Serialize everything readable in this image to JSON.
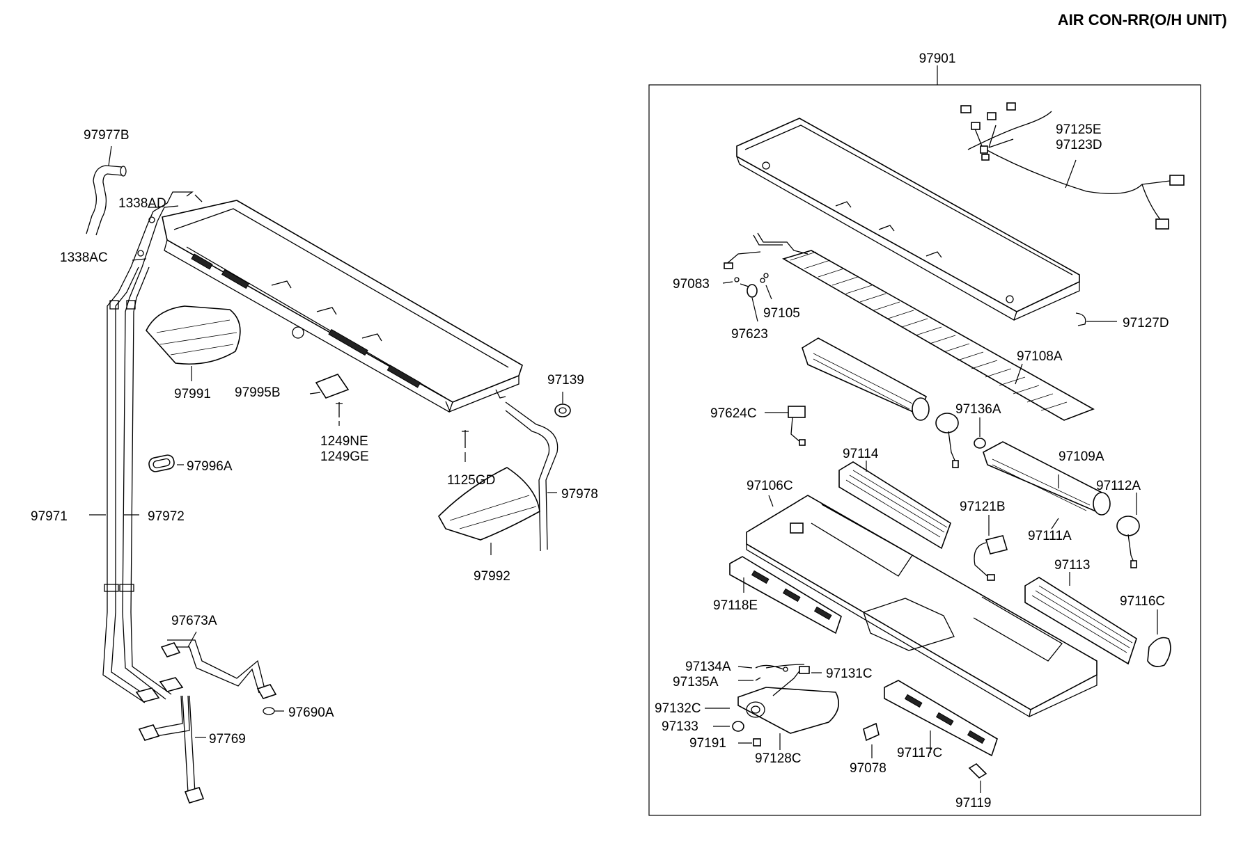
{
  "title": "AIR CON-RR(O/H UNIT)",
  "assembly": "97901",
  "parts": {
    "p97977B": "97977B",
    "p1338AD": "1338AD",
    "p1338AC": "1338AC",
    "p97991": "97991",
    "p97995B": "97995B",
    "p1249NE": "1249NE",
    "p1249GE": "1249GE",
    "p97139": "97139",
    "p1125GD": "1125GD",
    "p97996A": "97996A",
    "p97971": "97971",
    "p97972": "97972",
    "p97978": "97978",
    "p97992": "97992",
    "p97673A": "97673A",
    "p97690A": "97690A",
    "p97769": "97769",
    "p97125E": "97125E",
    "p97123D": "97123D",
    "p97083": "97083",
    "p97105": "97105",
    "p97623": "97623",
    "p97127D": "97127D",
    "p97108A": "97108A",
    "p97624C": "97624C",
    "p97136A": "97136A",
    "p97114": "97114",
    "p97109A": "97109A",
    "p97106C": "97106C",
    "p97112A": "97112A",
    "p97121B": "97121B",
    "p97111A": "97111A",
    "p97113": "97113",
    "p97118E": "97118E",
    "p97116C": "97116C",
    "p97134A": "97134A",
    "p97131C": "97131C",
    "p97135A": "97135A",
    "p97132C": "97132C",
    "p97133": "97133",
    "p97191": "97191",
    "p97128C": "97128C",
    "p97078": "97078",
    "p97117C": "97117C",
    "p97119": "97119"
  }
}
